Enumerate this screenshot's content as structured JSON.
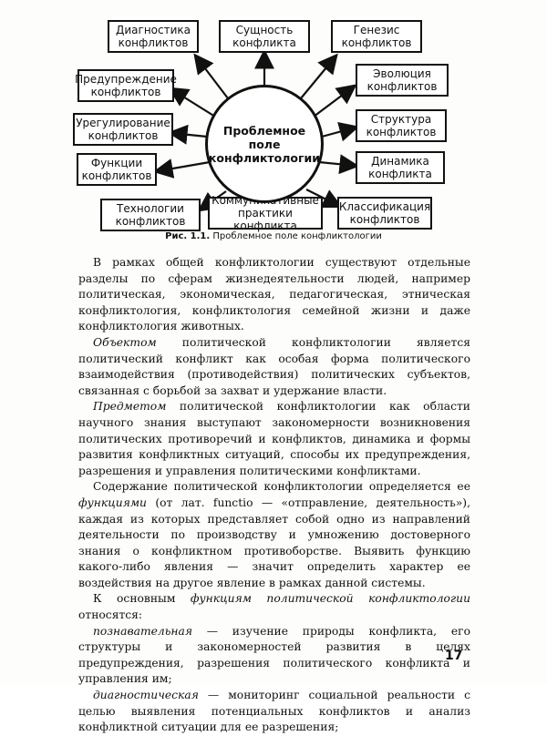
{
  "diagram": {
    "center": "Проблемное поле конфликтологии",
    "boxes": [
      "Диагностика конфликтов",
      "Сущность конфликта",
      "Генезис конфликтов",
      "Предупреждение конфликтов",
      "Эволюция конфликтов",
      "Урегулирование конфликтов",
      "Структура конфликтов",
      "Функции конфликтов",
      "Динамика конфликта",
      "Технологии конфликтов",
      "Коммуникативные практики конфликта",
      "Классификация конфликтов"
    ],
    "caption_num": "Рис. 1.1.",
    "caption_text": "Проблемное поле конфликтологии"
  },
  "text": {
    "p1": "В рамках общей конфликтологии существуют отдельные разделы по сферам жизнедеятельности людей, например политическая, экономическая, педагогическая, этническая конфликтология, конфликтология семейной жизни и даже конфликтология животных.",
    "p2_em": "Объектом",
    "p2": " политической конфликтологии является политический конфликт как особая форма политического взаимодействия (противодействия) политических субъектов, связанная с борьбой за захват и удержание власти.",
    "p3_em": "Предметом",
    "p3": " политической конфликтологии как области научного знания выступают закономерности возникновения политических противоречий и конфликтов, динамика и формы развития конфликтных ситуаций, способы их предупреждения, разрешения и управления политическими конфликтами.",
    "p4a": "Содержание политической конфликтологии определяется ее ",
    "p4_em": "функциями",
    "p4b": " (от лат. functio — «отправление, деятельность»), каждая из которых представляет собой одно из направлений деятельности по производству и умножению достоверного знания о конфликтном противоборстве. Выявить функцию какого-либо явления — значит определить характер ее воздействия на другое явление в рамках данной системы.",
    "p5a": "К основным ",
    "p5_em": "функциям политической конфликтологии",
    "p5b": " относятся:",
    "p6_em": "познавательная —",
    "p6": " изучение природы конфликта, его структуры и закономерностей развития в целях предупреждения, разрешения политического конфликта и управления им;",
    "p7_em": "диагностическая —",
    "p7": " мониторинг социальной реальности с целью выявления потенциальных конфликтов и анализ конфликтной ситуации для ее разрешения;"
  },
  "page_number": "17"
}
